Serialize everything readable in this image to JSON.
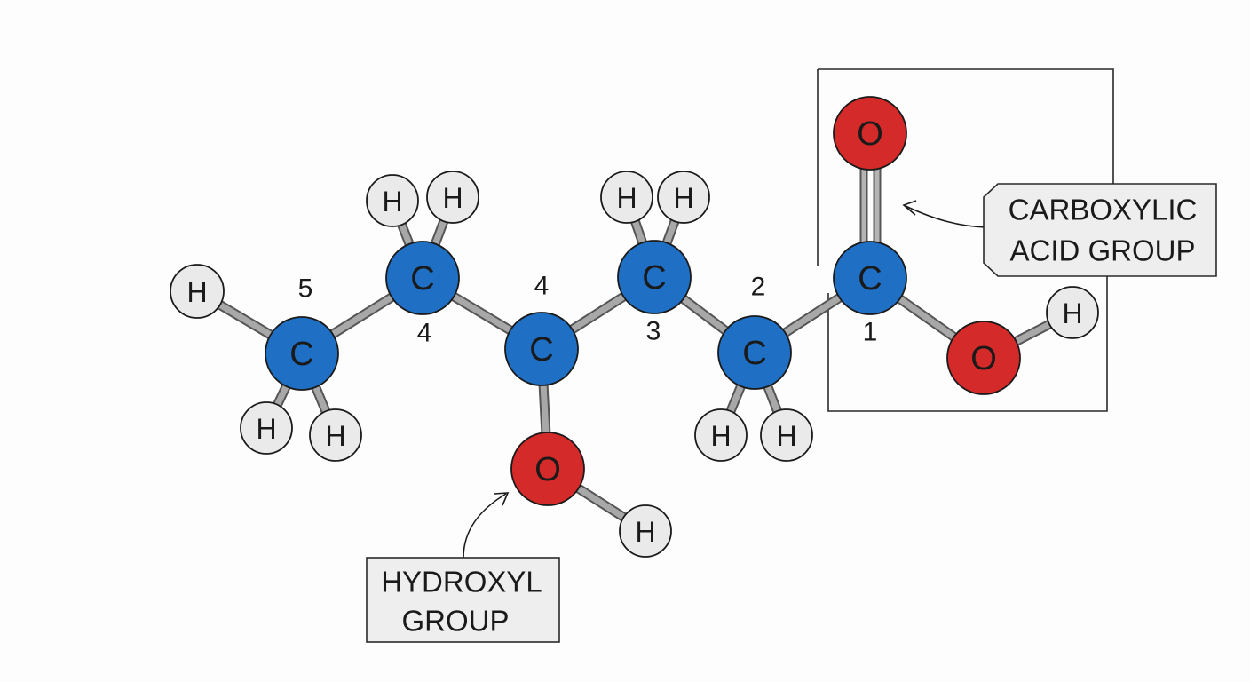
{
  "molecule": {
    "atom_labels": {
      "carbon": "C",
      "oxygen": "O",
      "hydrogen": "H"
    },
    "carbon_numbers": [
      "5",
      "4",
      "4",
      "3",
      "2",
      "1"
    ]
  },
  "callouts": {
    "carboxylic": {
      "line1": "CARBOXYLIC",
      "line2": "ACID  GROUP"
    },
    "hydroxyl": {
      "line1": "HYDROXYL",
      "line2": "GROUP"
    }
  },
  "colors": {
    "carbon": "#1f6fc4",
    "oxygen": "#d42a2a",
    "hydrogen": "#eaeaea",
    "bond": "#9a9a9a",
    "outline": "#1a1a1a",
    "callout_fill": "#eeeeee"
  }
}
